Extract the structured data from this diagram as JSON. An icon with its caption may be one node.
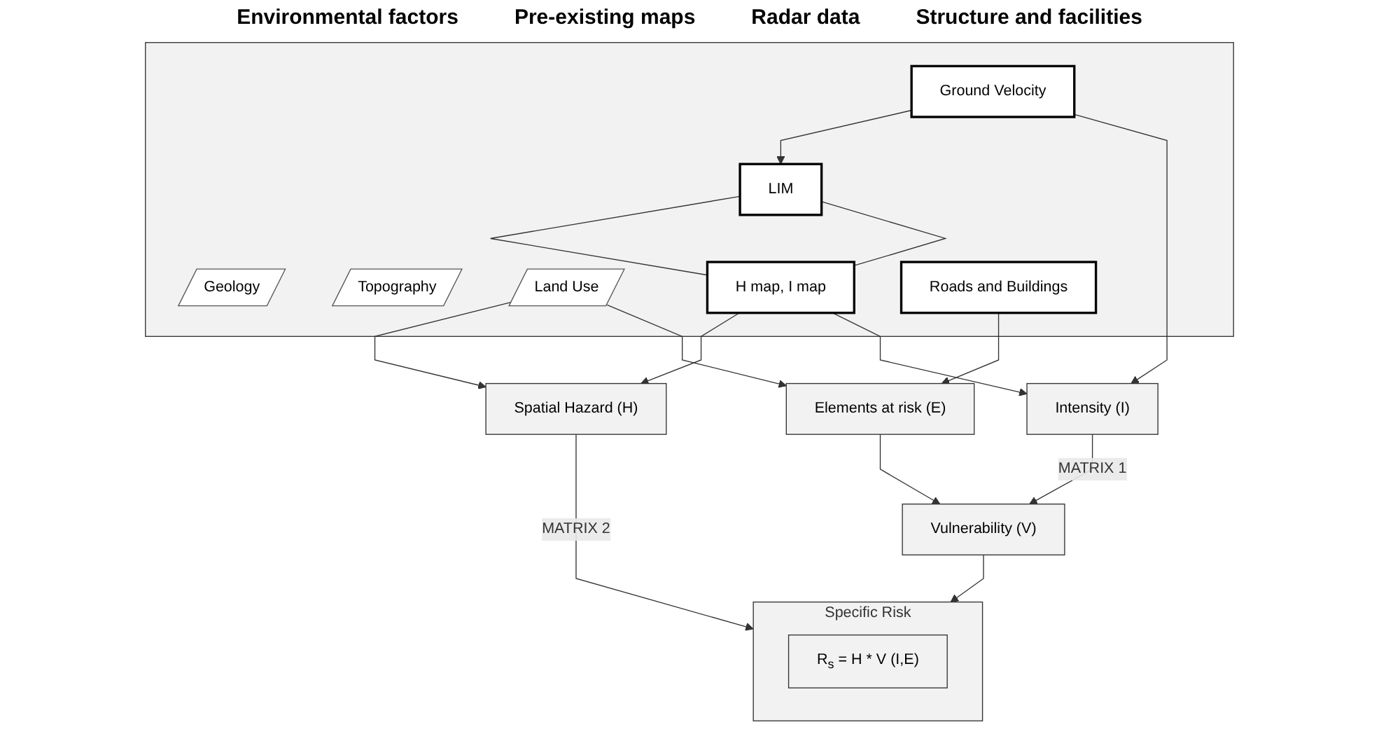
{
  "diagram": {
    "nodes": [
      {
        "text": [],
        "shape": "box"
      },
      {
        "text": [
          "Geology"
        ],
        "in": 0
      },
      {
        "text": [
          "Topography"
        ],
        "in": 0
      },
      {
        "text": [
          "Land Use"
        ],
        "in": 0
      },
      {
        "text": [
          "LIM"
        ],
        "in": 0
      },
      {
        "text": [
          "H map, I map"
        ],
        "in": 0
      },
      {
        "text": [
          "Ground Velocity"
        ],
        "in": 0
      },
      {
        "text": [
          "Roads and Buildings"
        ],
        "in": 0
      },
      {
        "text": [
          "Intensity (I)"
        ]
      },
      {
        "text": [
          "Elements at risk (E)"
        ]
      },
      {
        "text": [
          "Spatial Hazard (H)"
        ]
      },
      {
        "text": [
          "Vulnerability (V)"
        ]
      },
      {
        "text": [
          "Specific Risk"
        ]
      },
      {
        "text": [
          "R$_{s}$ = H * V (I,E)"
        ],
        "in": 12
      }
    ],
    "edges": [
      {
        "from": 6,
        "to": 4,
        "arrow": "to"
      },
      {
        "from": 4,
        "to": 5,
        "arrow": "none"
      },
      {
        "from": 4,
        "to": 5,
        "arrow": "none"
      },
      {
        "from": 3,
        "to": 10,
        "arrow": "to"
      },
      {
        "from": 3,
        "to": 9,
        "arrow": "to"
      },
      {
        "from": 5,
        "to": 10,
        "arrow": "to"
      },
      {
        "from": 5,
        "to": 8,
        "arrow": "to"
      },
      {
        "from": 6,
        "to": 8,
        "arrow": "to"
      },
      {
        "from": 7,
        "to": 9,
        "arrow": "to"
      },
      {
        "from": 8,
        "to": 11,
        "arrow": "to",
        "label": "MATRIX 1"
      },
      {
        "from": 9,
        "to": 11,
        "arrow": "to"
      },
      {
        "from": 10,
        "to": 12,
        "arrow": "to",
        "label": "MATRIX 2"
      },
      {
        "from": 11,
        "to": 12,
        "arrow": "to"
      }
    ],
    "labels": [
      "Environmental factors",
      "Pre-existing maps",
      "Radar data",
      "Structure and facilities"
    ]
  }
}
